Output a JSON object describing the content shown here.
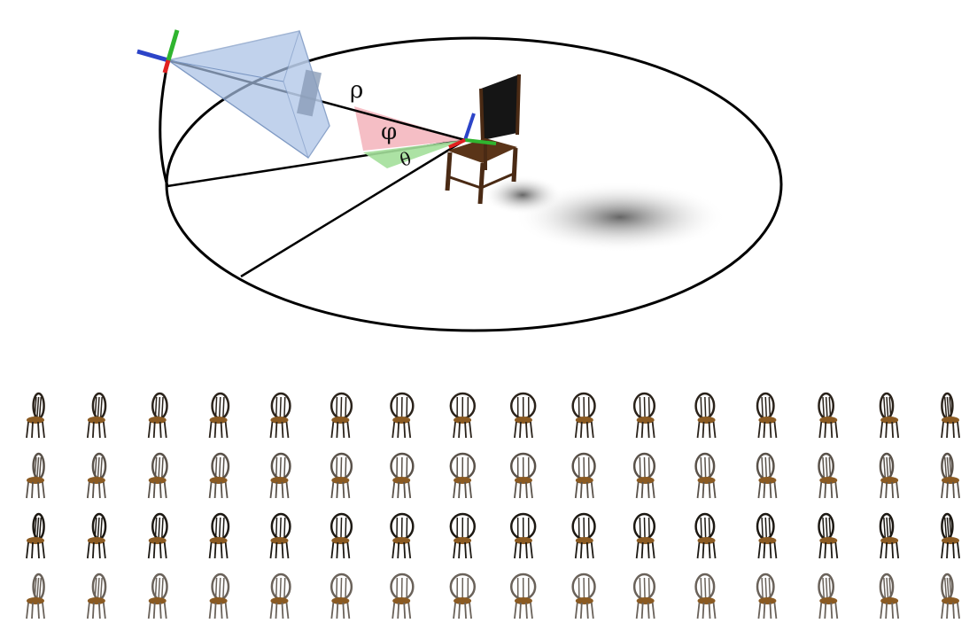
{
  "diagram": {
    "labels": {
      "radius": "ρ",
      "elevation": "φ",
      "azimuth": "θ"
    },
    "colors": {
      "frustum_fill": "#a8c0e4",
      "frustum_stroke": "#7a96c2",
      "elevation_wedge": "#f4b7bf",
      "azimuth_wedge": "#a3df9a",
      "axis_x": "#e02020",
      "axis_y": "#2fb52f",
      "axis_z": "#2c44c8",
      "chair_wood": "#4a2a14",
      "chair_back": "#151515",
      "ellipse_stroke": "#000000"
    }
  },
  "view_grid": {
    "rows": 4,
    "columns": 16,
    "row_tones": [
      "#2a221a",
      "#5a524a",
      "#1c1812",
      "#6a625a"
    ],
    "seat_color": "#8a5a22"
  }
}
